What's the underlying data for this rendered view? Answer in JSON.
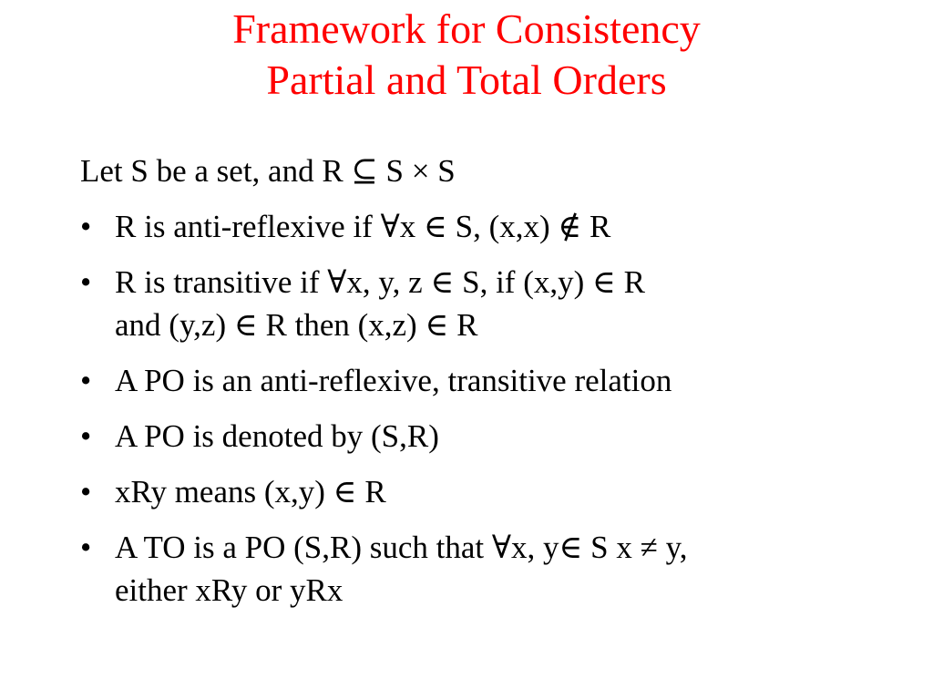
{
  "slide": {
    "title_lines": [
      "Framework for Consistency",
      "Partial and Total Orders"
    ],
    "intro": "Let S be a set, and R ⊆ S × S",
    "bullet_marker": "•",
    "bullets": [
      {
        "lines": [
          "R is anti-reflexive if ∀x  ∈  S, (x,x)  ∉  R"
        ]
      },
      {
        "lines": [
          "R is transitive if ∀x, y, z  ∈  S, if (x,y)  ∈  R",
          "and (y,z)  ∈  R then (x,z)  ∈  R"
        ]
      },
      {
        "lines": [
          "A PO is an anti-reflexive, transitive relation"
        ]
      },
      {
        "lines": [
          "A PO is denoted by (S,R)"
        ]
      },
      {
        "lines": [
          "xRy means (x,y)  ∈  R"
        ]
      },
      {
        "lines": [
          "A TO is a PO (S,R) such that ∀x, y∈  S x ≠ y,",
          "either xRy or yRx"
        ]
      }
    ],
    "colors": {
      "title": "#ff0000",
      "text": "#000000",
      "background": "#ffffff"
    }
  }
}
